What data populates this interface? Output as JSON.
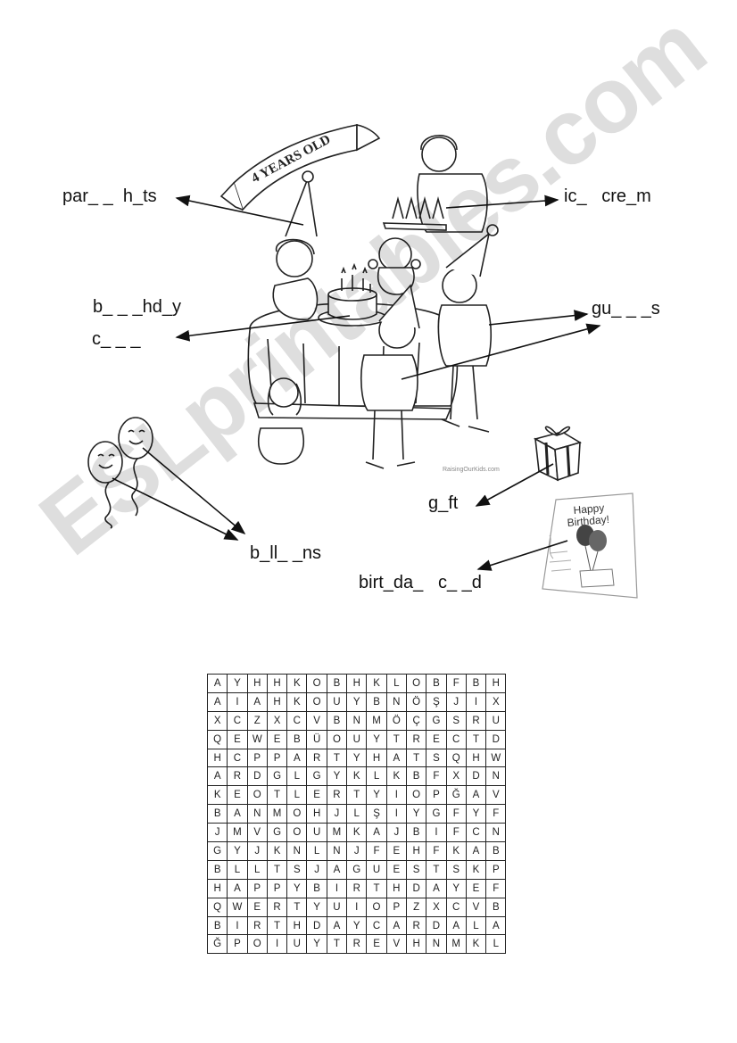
{
  "illustration": {
    "banner_text": "4 YEARS OLD",
    "credit": "RaisingOurKids.com"
  },
  "labels": {
    "party_hats": "par_ _  h_ts",
    "ice_cream": "ic_   cre_m",
    "birthday_cake_line1": "b_ _ _hd_y",
    "birthday_cake_line2": "c_ _ _",
    "guests": "gu_ _ _s",
    "gift": "g_ft",
    "balloons": "b_ll_ _ns",
    "birthday_card": "birt_da_   c_ _d"
  },
  "card": {
    "line1": "Happy",
    "line2": "Birthday!"
  },
  "watermark": "ESLprintables.com",
  "word_search": {
    "rows": [
      [
        "A",
        "Y",
        "H",
        "H",
        "K",
        "O",
        "B",
        "H",
        "K",
        "L",
        "O",
        "B",
        "F",
        "B",
        "H"
      ],
      [
        "A",
        "I",
        "A",
        "H",
        "K",
        "O",
        "U",
        "Y",
        "B",
        "N",
        "Ö",
        "Ş",
        "J",
        "I",
        "X"
      ],
      [
        "X",
        "C",
        "Z",
        "X",
        "C",
        "V",
        "B",
        "N",
        "M",
        "Ö",
        "Ç",
        "G",
        "S",
        "R",
        "U"
      ],
      [
        "Q",
        "E",
        "W",
        "E",
        "B",
        "Ü",
        "O",
        "U",
        "Y",
        "T",
        "R",
        "E",
        "C",
        "T",
        "D"
      ],
      [
        "H",
        "C",
        "P",
        "P",
        "A",
        "R",
        "T",
        "Y",
        "H",
        "A",
        "T",
        "S",
        "Q",
        "H",
        "W"
      ],
      [
        "A",
        "R",
        "D",
        "G",
        "L",
        "G",
        "Y",
        "K",
        "L",
        "K",
        "B",
        "F",
        "X",
        "D",
        "N"
      ],
      [
        "K",
        "E",
        "O",
        "T",
        "L",
        "E",
        "R",
        "T",
        "Y",
        "I",
        "O",
        "P",
        "Ğ",
        "A",
        "V"
      ],
      [
        "B",
        "A",
        "N",
        "M",
        "O",
        "H",
        "J",
        "L",
        "Ş",
        "I",
        "Y",
        "G",
        "F",
        "Y",
        "F"
      ],
      [
        "J",
        "M",
        "V",
        "G",
        "O",
        "U",
        "M",
        "K",
        "A",
        "J",
        "B",
        "I",
        "F",
        "C",
        "N"
      ],
      [
        "G",
        "Y",
        "J",
        "K",
        "N",
        "L",
        "N",
        "J",
        "F",
        "E",
        "H",
        "F",
        "K",
        "A",
        "B"
      ],
      [
        "B",
        "L",
        "L",
        "T",
        "S",
        "J",
        "A",
        "G",
        "U",
        "E",
        "S",
        "T",
        "S",
        "K",
        "P"
      ],
      [
        "H",
        "A",
        "P",
        "P",
        "Y",
        "B",
        "I",
        "R",
        "T",
        "H",
        "D",
        "A",
        "Y",
        "E",
        "F"
      ],
      [
        "Q",
        "W",
        "E",
        "R",
        "T",
        "Y",
        "U",
        "I",
        "O",
        "P",
        "Z",
        "X",
        "C",
        "V",
        "B"
      ],
      [
        "B",
        "I",
        "R",
        "T",
        "H",
        "D",
        "A",
        "Y",
        "C",
        "A",
        "R",
        "D",
        "A",
        "L",
        "A"
      ],
      [
        "Ğ",
        "P",
        "O",
        "I",
        "U",
        "Y",
        "T",
        "R",
        "E",
        "V",
        "H",
        "N",
        "M",
        "K",
        "L"
      ]
    ]
  }
}
